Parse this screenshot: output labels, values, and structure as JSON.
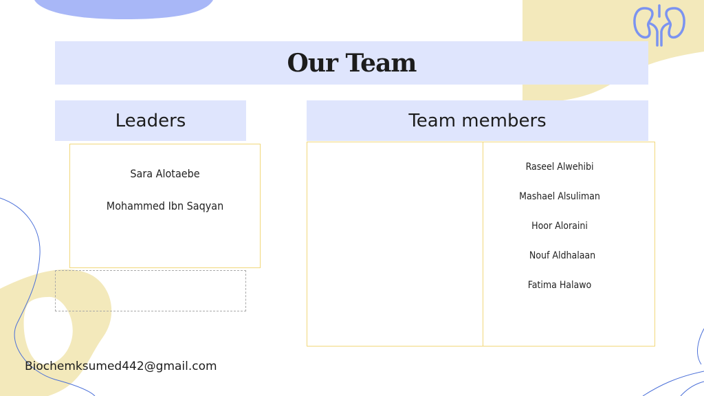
{
  "title": "Our Team",
  "leaders": {
    "heading": "Leaders",
    "names": [
      "Sara Alotaebe",
      "Mohammed Ibn Saqyan"
    ]
  },
  "team_members": {
    "heading": "Team members",
    "names": [
      "Raseel Alwehibi",
      "Mashael Alsuliman",
      "Hoor Aloraini",
      "Nouf Aldhalaan",
      "Fatima Halawo"
    ]
  },
  "footer": {
    "email": "Biochemksumed442@gmail.com"
  },
  "icons": {
    "logo": "kidneys-icon"
  },
  "colors": {
    "band": "#dfe5fd",
    "box_border": "#f1d77a",
    "blob_yellow": "#f3e9bb",
    "blob_blue": "#a8b7f7",
    "line_blue": "#4a6fd8"
  }
}
